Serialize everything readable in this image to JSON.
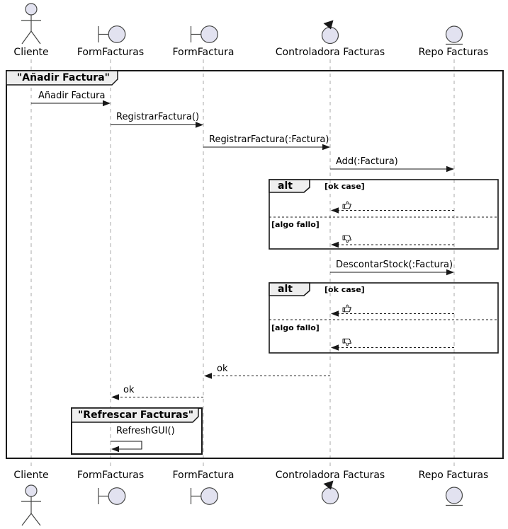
{
  "diagram": {
    "kind": "uml-sequence-diagram",
    "colors": {
      "participant_fill": "#E2E2F0",
      "frame_label_fill": "#EEEEEE",
      "border": "#181818",
      "lifeline": "#A8A8A8",
      "text": "#000000"
    },
    "frame": {
      "title": "\"Añadir Factura\""
    },
    "inner_frame": {
      "title": "\"Refrescar Facturas\""
    },
    "participants": [
      {
        "name": "Cliente",
        "stereotype": "actor"
      },
      {
        "name": "FormFacturas",
        "stereotype": "boundary"
      },
      {
        "name": "FormFactura",
        "stereotype": "boundary"
      },
      {
        "name": "Controladora Facturas",
        "stereotype": "control"
      },
      {
        "name": "Repo Facturas",
        "stereotype": "entity"
      }
    ],
    "messages": [
      {
        "label": "Añadir Factura",
        "from": "Cliente",
        "to": "FormFacturas",
        "type": "call"
      },
      {
        "label": "RegistrarFactura()",
        "from": "FormFacturas",
        "to": "FormFactura",
        "type": "call"
      },
      {
        "label": "RegistrarFactura(:Factura)",
        "from": "FormFactura",
        "to": "Controladora Facturas",
        "type": "call"
      },
      {
        "label": "Add(:Factura)",
        "from": "Controladora Facturas",
        "to": "Repo Facturas",
        "type": "call"
      },
      {
        "label": "👍",
        "from": "Repo Facturas",
        "to": "Controladora Facturas",
        "type": "return"
      },
      {
        "label": "👎",
        "from": "Repo Facturas",
        "to": "Controladora Facturas",
        "type": "return"
      },
      {
        "label": "DescontarStock(:Factura)",
        "from": "Controladora Facturas",
        "to": "Repo Facturas",
        "type": "call"
      },
      {
        "label": "👍",
        "from": "Repo Facturas",
        "to": "Controladora Facturas",
        "type": "return"
      },
      {
        "label": "👎",
        "from": "Repo Facturas",
        "to": "Controladora Facturas",
        "type": "return"
      },
      {
        "label": "ok",
        "from": "Controladora Facturas",
        "to": "FormFactura",
        "type": "return"
      },
      {
        "label": "ok",
        "from": "FormFactura",
        "to": "FormFacturas",
        "type": "return"
      },
      {
        "label": "RefreshGUI()",
        "from": "FormFacturas",
        "to": "FormFacturas",
        "type": "self"
      }
    ],
    "fragments": [
      {
        "operator": "alt",
        "guards": [
          "[ok case]",
          "[algo fallo]"
        ]
      },
      {
        "operator": "alt",
        "guards": [
          "[ok case]",
          "[algo fallo]"
        ]
      }
    ]
  }
}
